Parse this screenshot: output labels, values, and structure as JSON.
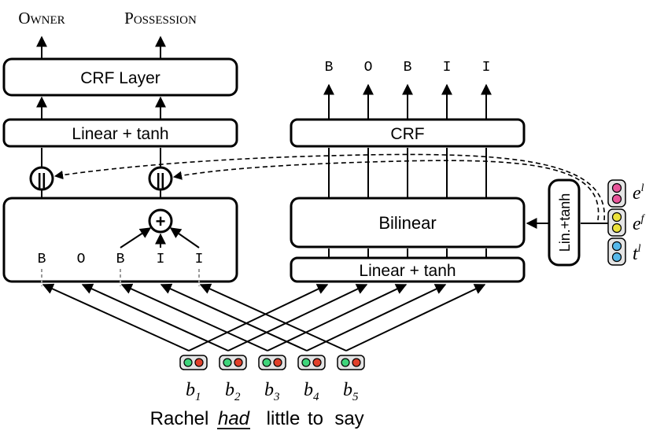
{
  "left": {
    "outputs": [
      "Owner",
      "Possession"
    ],
    "crf_layer": "CRF Layer",
    "linear_tanh": "Linear + tanh",
    "tags": [
      "B",
      "O",
      "B",
      "I",
      "I"
    ],
    "concat_symbol": "||",
    "sum_symbol": "+"
  },
  "right": {
    "outputs": [
      "B",
      "O",
      "B",
      "I",
      "I"
    ],
    "crf": "CRF",
    "bilinear": "Bilinear",
    "linear_tanh": "Linear + tanh",
    "lin_tanh_vertical": "Lin.+tanh"
  },
  "side_embeddings": [
    {
      "label": "e",
      "sup": "l",
      "color": "#e8559a"
    },
    {
      "label": "e",
      "sup": "f",
      "color": "#ece23a"
    },
    {
      "label": "t",
      "sup": "l",
      "color": "#55b8ea"
    }
  ],
  "tokens": [
    {
      "b": "b",
      "sub": "1"
    },
    {
      "b": "b",
      "sub": "2"
    },
    {
      "b": "b",
      "sub": "3"
    },
    {
      "b": "b",
      "sub": "4"
    },
    {
      "b": "b",
      "sub": "5"
    }
  ],
  "sentence": [
    "Rachel",
    "had",
    "little",
    "to",
    "say"
  ],
  "colors": {
    "token_left": "#3fd47a",
    "token_right": "#e0402a"
  }
}
